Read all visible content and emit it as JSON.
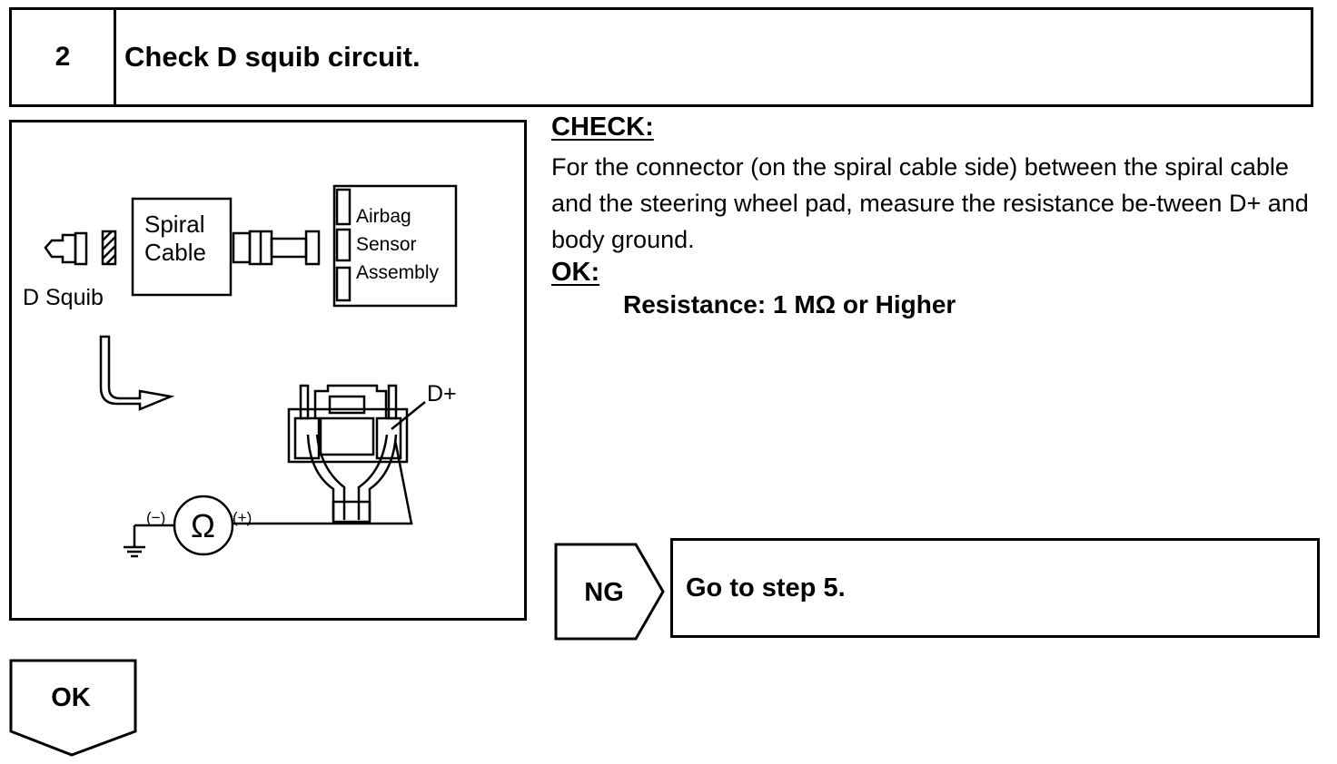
{
  "header": {
    "step_number": "2",
    "title": "Check D squib circuit."
  },
  "figure": {
    "labels": {
      "d_squib": "D Squib",
      "spiral_cable_line1": "Spiral",
      "spiral_cable_line2": "Cable",
      "airbag_line1": "Airbag",
      "airbag_line2": "Sensor",
      "airbag_line3": "Assembly",
      "d_plus": "D+",
      "minus": "(−)",
      "plus": "(+)",
      "ohm": "Ω"
    }
  },
  "check": {
    "label": "CHECK:",
    "text": "For the connector (on the spiral cable side) between the spiral cable and the steering wheel pad, measure the resistance be-tween D+ and body ground."
  },
  "ok": {
    "label": "OK:",
    "spec": "Resistance: 1 MΩ or Higher"
  },
  "ng": {
    "tag": "NG",
    "text": "Go to step 5."
  },
  "ok_tag": {
    "label": "OK"
  }
}
